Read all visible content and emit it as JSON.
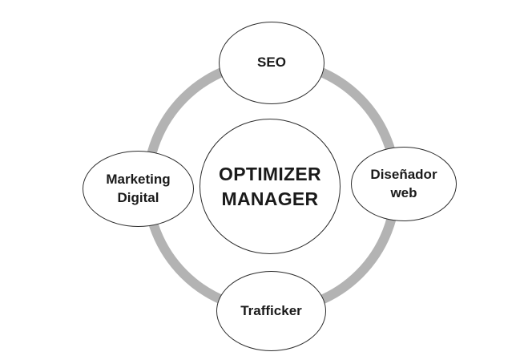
{
  "colors": {
    "ring": "#b3b3b3",
    "node_fill": "#ffffff",
    "node_border": "#2d2d2d",
    "text": "#1a1a1a",
    "background": "#ffffff"
  },
  "diagram": {
    "type": "hub-and-spoke",
    "center": {
      "id": "optimizer-manager",
      "label": "OPTIMIZER\nMANAGER"
    },
    "satellites": [
      {
        "id": "seo",
        "label": "SEO",
        "position": "top"
      },
      {
        "id": "disenador-web",
        "label": "Diseñador\nweb",
        "position": "right"
      },
      {
        "id": "trafficker",
        "label": "Trafficker",
        "position": "bottom"
      },
      {
        "id": "marketing-digital",
        "label": "Marketing\nDigital",
        "position": "left"
      }
    ]
  }
}
